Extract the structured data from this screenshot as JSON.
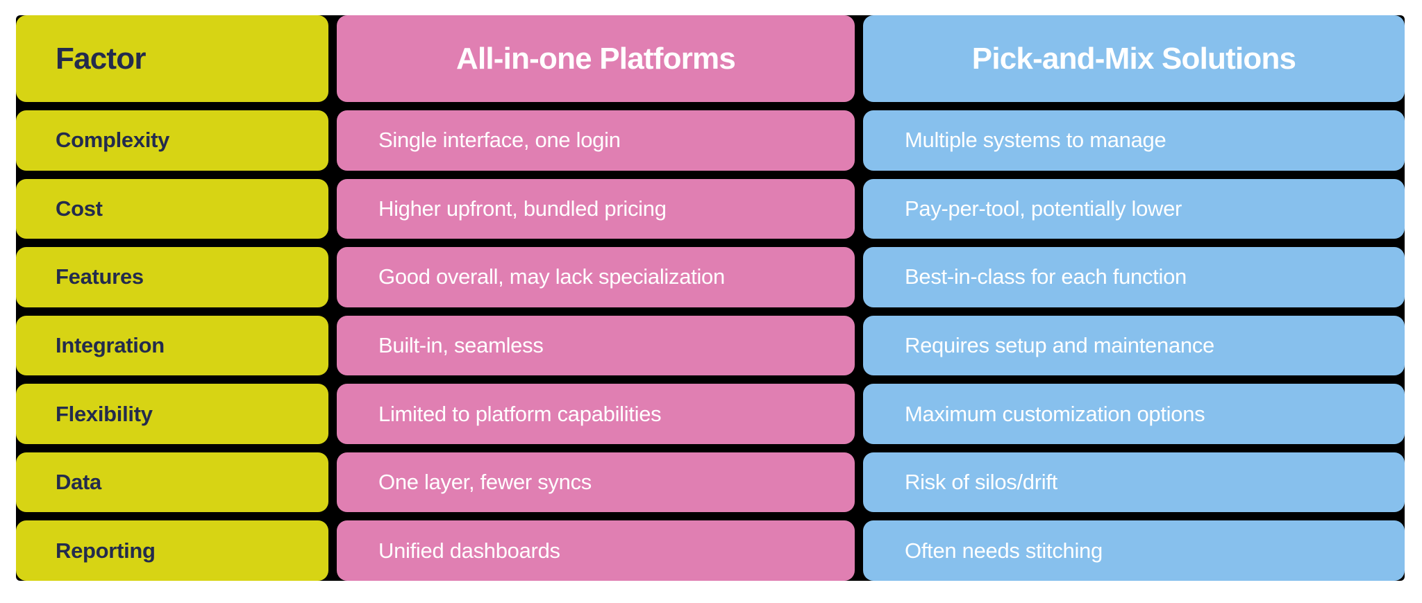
{
  "chart_data": {
    "type": "table",
    "columns": [
      "Factor",
      "All-in-one Platforms",
      "Pick-and-Mix Solutions"
    ],
    "rows": [
      [
        "Complexity",
        "Single interface, one login",
        "Multiple systems to manage"
      ],
      [
        "Cost",
        "Higher upfront, bundled pricing",
        "Pay-per-tool, potentially lower"
      ],
      [
        "Features",
        "Good overall, may lack specialization",
        "Best-in-class for each function"
      ],
      [
        "Integration",
        "Built-in, seamless",
        "Requires setup and maintenance"
      ],
      [
        "Flexibility",
        "Limited to platform capabilities",
        "Maximum customization options"
      ],
      [
        "Data",
        "One layer, fewer syncs",
        "Risk of silos/drift"
      ],
      [
        "Reporting",
        "Unified dashboards",
        "Often needs stitching"
      ]
    ]
  },
  "table": {
    "headers": {
      "factor": "Factor",
      "allinone": "All-in-one Platforms",
      "pickmix": "Pick-and-Mix Solutions"
    },
    "rows": [
      {
        "factor": "Complexity",
        "allinone": "Single interface, one login",
        "pickmix": "Multiple systems to manage"
      },
      {
        "factor": "Cost",
        "allinone": "Higher upfront, bundled pricing",
        "pickmix": "Pay-per-tool, potentially lower"
      },
      {
        "factor": "Features",
        "allinone": "Good overall, may lack specialization",
        "pickmix": "Best-in-class for each function"
      },
      {
        "factor": "Integration",
        "allinone": "Built-in, seamless",
        "pickmix": "Requires setup and maintenance"
      },
      {
        "factor": "Flexibility",
        "allinone": "Limited to platform capabilities",
        "pickmix": "Maximum customization options"
      },
      {
        "factor": "Data",
        "allinone": "One layer, fewer syncs",
        "pickmix": "Risk of silos/drift"
      },
      {
        "factor": "Reporting",
        "allinone": "Unified dashboards",
        "pickmix": "Often needs stitching"
      }
    ],
    "colors": {
      "factor_column_bg": "#d7d414",
      "factor_text": "#232b4d",
      "allinone_column_bg": "#e07fb2",
      "pickmix_column_bg": "#87c0ed",
      "value_text": "#ffffff",
      "gap_background": "#000000",
      "page_background": "#ffffff"
    }
  }
}
